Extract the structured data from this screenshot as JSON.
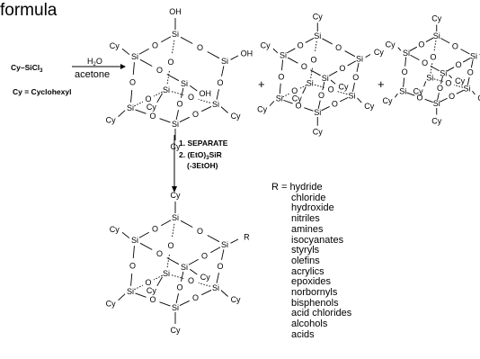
{
  "title": "formula",
  "reactant": "Cy–SiCl",
  "reactant_subscript": "3",
  "reagent_above": "H",
  "reagent_above_sub": "2",
  "reagent_above_tail": "O",
  "reagent_below": "acetone",
  "cy_definition": "Cy = Cyclohexyl",
  "plus": "+",
  "step1": "1. SEPARATE",
  "step2_pre": "2. (EtO)",
  "step2_sub": "3",
  "step2_post": "SiR",
  "step3": "(-3EtOH)",
  "atom_si": "Si",
  "atom_o": "O",
  "atom_cy": "Cy",
  "atom_oh": "OH",
  "atom_r": "R",
  "r_label": "R =",
  "r_groups": [
    "hydride",
    "chloride",
    "hydroxide",
    "nitriles",
    "amines",
    "isocyanates",
    "styryls",
    "olefins",
    "acrylics",
    "epoxides",
    "norbornyls",
    "bisphenols",
    "acid chlorides",
    "alcohols",
    "acids"
  ]
}
